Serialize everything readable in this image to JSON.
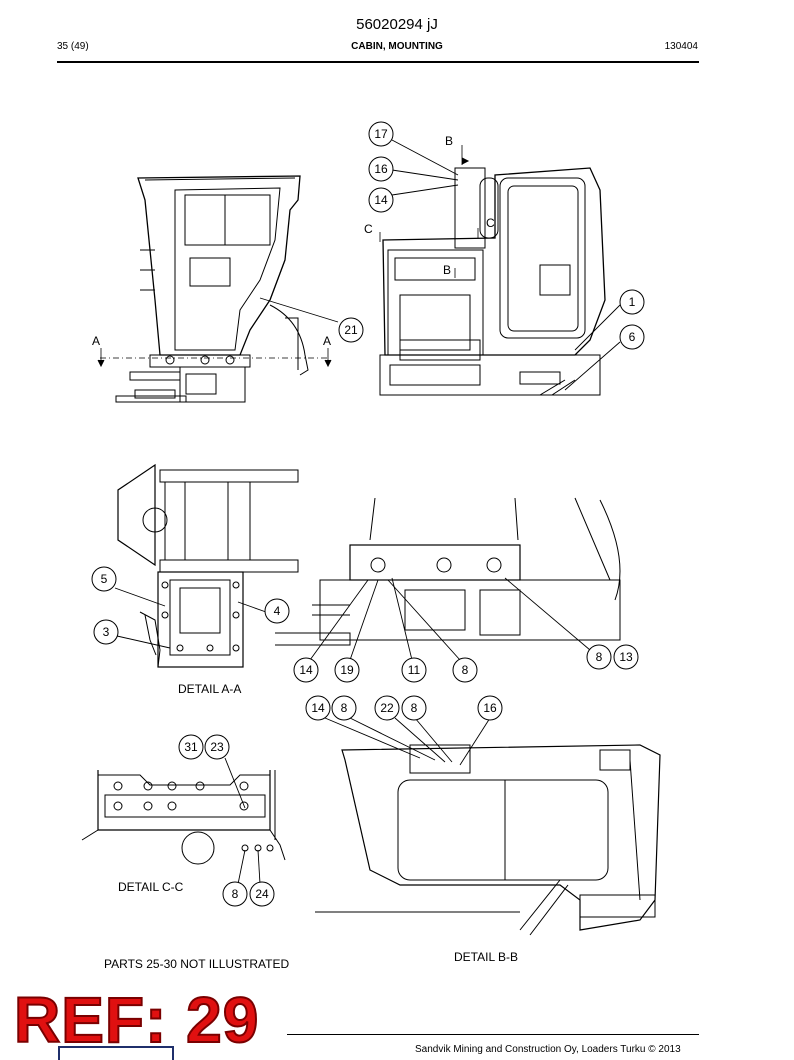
{
  "header": {
    "doc_number": "56020294 jJ",
    "page": "35 (49)",
    "title": "CABIN, MOUNTING",
    "date_code": "130404"
  },
  "callouts": {
    "c17": "17",
    "c16": "16",
    "c14": "14",
    "c21": "21",
    "c1": "1",
    "c6": "6",
    "c5": "5",
    "c4": "4",
    "c3": "3",
    "c14b": "14",
    "c19": "19",
    "c11": "11",
    "c8a": "8",
    "c8b": "8",
    "c13": "13",
    "c14c": "14",
    "c8c": "8",
    "c22": "22",
    "c8d": "8",
    "c16b": "16",
    "c31": "31",
    "c23": "23",
    "c8e": "8",
    "c24": "24"
  },
  "section_marks": {
    "a_left": "A",
    "a_right": "A",
    "b_top": "B",
    "b_bottom": "B",
    "c_left": "C",
    "c_right": "C"
  },
  "labels": {
    "detail_aa": "DETAIL A-A",
    "detail_cc": "DETAIL C-C",
    "detail_bb": "DETAIL B-B",
    "not_illustrated": "PARTS 25-30 NOT ILLUSTRATED"
  },
  "ref_stamp": "REF: 29",
  "footer": {
    "copyright": "Sandvik Mining and Construction Oy, Loaders Turku © 2013"
  }
}
